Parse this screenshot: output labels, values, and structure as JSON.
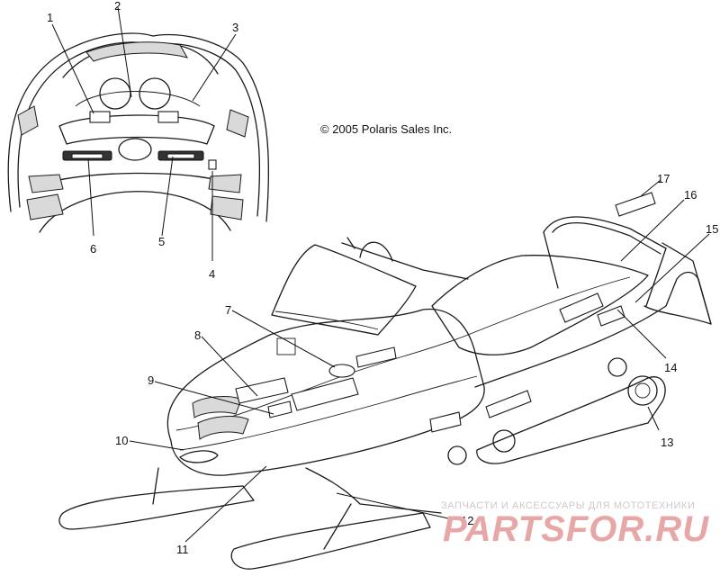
{
  "copyright": "© 2005 Polaris Sales Inc.",
  "part_numbers": [
    "1",
    "2",
    "3",
    "4",
    "5",
    "6",
    "7",
    "8",
    "9",
    "10",
    "11",
    "12",
    "13",
    "14",
    "15",
    "16",
    "17"
  ],
  "watermark": {
    "tagline": "ЗАПЧАСТИ И АКСЕССУАРЫ ДЛЯ МОТОТЕХНИКИ",
    "logo": "PARTSFOR.RU"
  },
  "colors": {
    "line": "#1a1a1a",
    "watermark_logo": "#e7a7a7",
    "watermark_text": "#cfc8c8"
  }
}
